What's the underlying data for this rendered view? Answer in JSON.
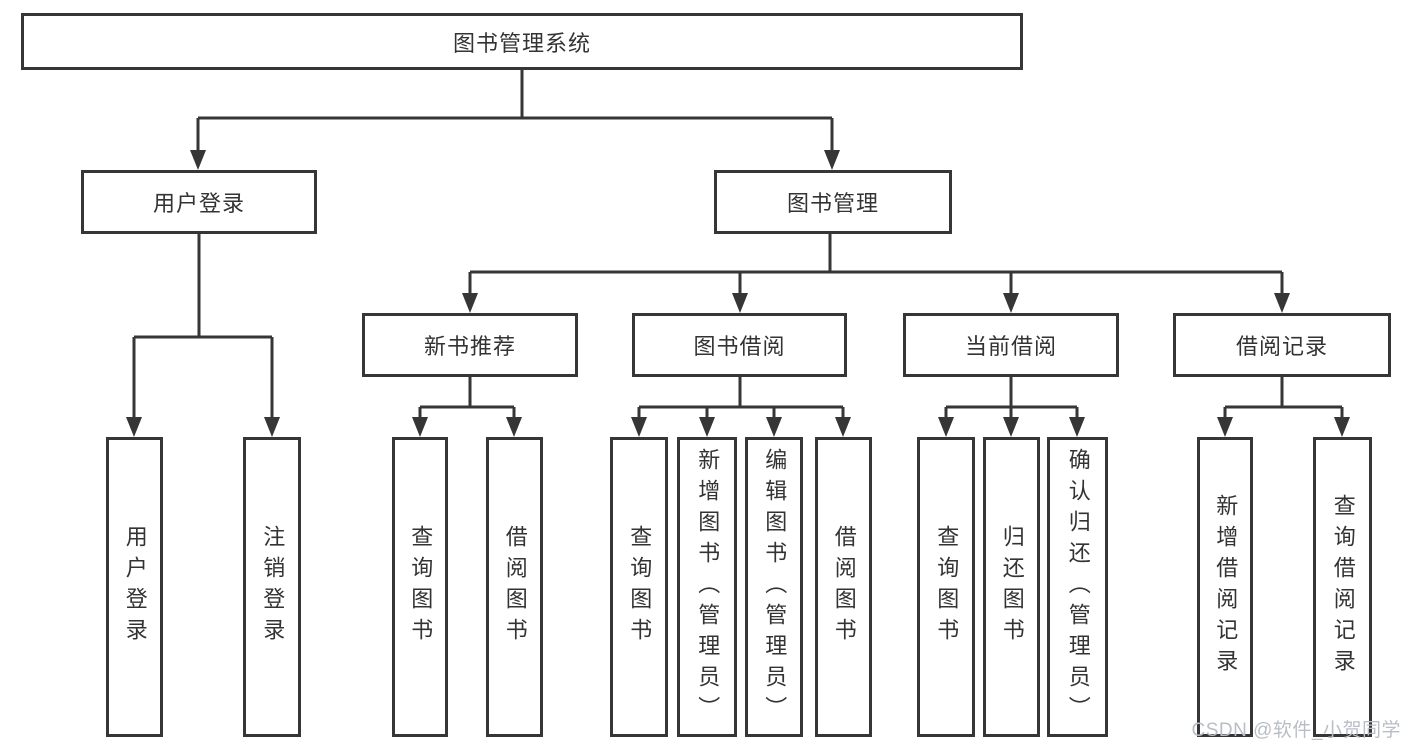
{
  "diagram": {
    "root_label": "图书管理系统",
    "level2": {
      "user_login": "用户登录",
      "book_mgmt": "图书管理"
    },
    "level3": {
      "new_book": "新书推荐",
      "borrow": "图书借阅",
      "current": "当前借阅",
      "records": "借阅记录"
    },
    "leaves": {
      "user_login": [
        "用户登录",
        "注销登录"
      ],
      "new_book": [
        "查询图书",
        "借阅图书"
      ],
      "borrow": [
        "查询图书",
        "新增图书（管理员）",
        "编辑图书（管理员）",
        "借阅图书"
      ],
      "current": [
        "查询图书",
        "归还图书",
        "确认归还（管理员）"
      ],
      "records": [
        "新增借阅记录",
        "查询借阅记录"
      ]
    }
  },
  "watermark": {
    "text": "CSDN @软件_小贺同学"
  },
  "colors": {
    "line": "#363636",
    "text": "#333333",
    "watermark": "#b9bec6",
    "background": "#ffffff"
  }
}
